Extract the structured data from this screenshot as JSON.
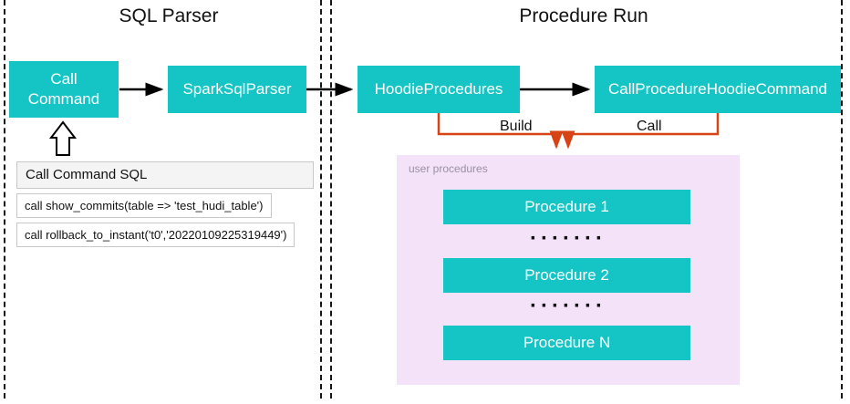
{
  "colors": {
    "node_fill": "#15C5C5",
    "node_text": "#FFFFFF",
    "container_fill": "#F4E3F8",
    "connector_orange": "#D84315",
    "connector_black": "#000000"
  },
  "sql_parser": {
    "title": "SQL Parser",
    "call_command": "Call Command",
    "spark_sql_parser": "SparkSqlParser",
    "sql_panel": {
      "title": "Call Command SQL",
      "statements": [
        "call show_commits(table => 'test_hudi_table')",
        "call rollback_to_instant('t0','20220109225319449')"
      ]
    }
  },
  "procedure_run": {
    "title": "Procedure Run",
    "hoodie_procedures": "HoodieProcedures",
    "call_procedure_hoodie_command": "CallProcedureHoodieCommand",
    "build_label": "Build",
    "call_label": "Call",
    "user_procedures": {
      "label": "user procedures",
      "items": [
        "Procedure 1",
        "Procedure 2",
        "Procedure N"
      ],
      "dots": "·······"
    }
  }
}
